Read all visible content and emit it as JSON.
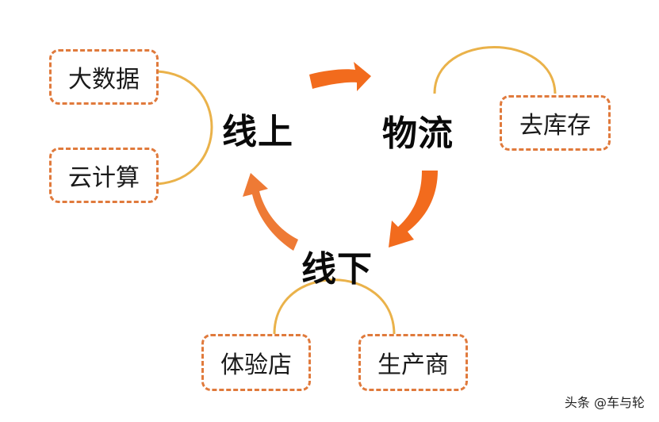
{
  "colors": {
    "arrow": "#f26b1d",
    "arrow_light": "#ee7a35",
    "connector": "#eab24a",
    "box_border": "#e07a3c",
    "text": "#111111"
  },
  "hubs": {
    "online": "线上",
    "logistics": "物流",
    "offline": "线下"
  },
  "boxes": {
    "big_data": "大数据",
    "cloud_computing": "云计算",
    "destock": "去库存",
    "experience_store": "体验店",
    "manufacturer": "生产商"
  },
  "cycle": [
    {
      "from": "线上",
      "to": "物流",
      "icon": "arrow-right-icon"
    },
    {
      "from": "物流",
      "to": "线下",
      "icon": "arrow-down-left-icon"
    },
    {
      "from": "线下",
      "to": "线上",
      "icon": "arrow-up-left-icon"
    }
  ],
  "watermark": "头条 @车与轮"
}
